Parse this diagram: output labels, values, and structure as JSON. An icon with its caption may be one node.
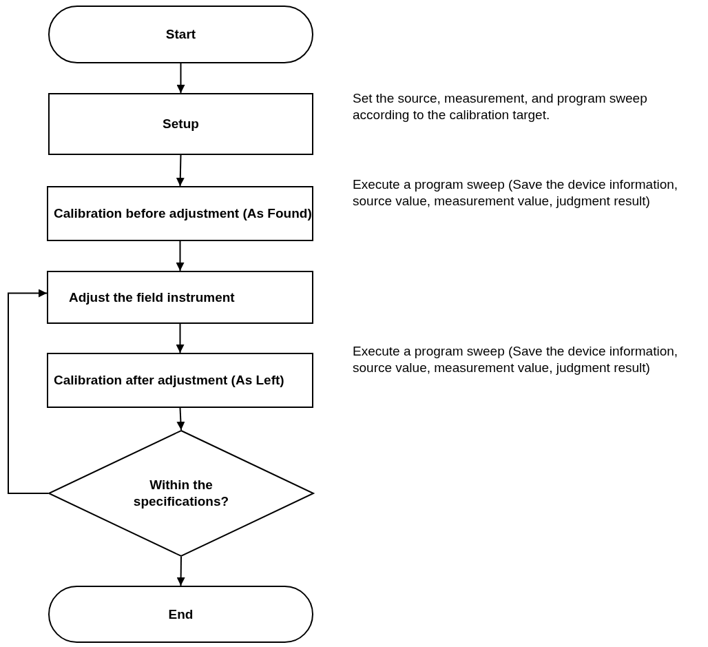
{
  "diagram": {
    "nodes": [
      {
        "text": [
          "Start"
        ]
      },
      {
        "text": [
          "Setup"
        ],
        "beside": [
          "Set the source, measurement, and program sweep according to the calibration target."
        ]
      },
      {
        "text": [
          "Calibration before adjustment (As Found)"
        ],
        "beside": [
          "Execute a program sweep (Save the device information, source value, measurement value, judgment result)"
        ]
      },
      {
        "text": [
          "Adjust the field instrument"
        ]
      },
      {
        "text": [
          "Calibration after adjustment (As Left)"
        ],
        "beside": [
          "Execute a program sweep (Save the device information, source value, measurement value, judgment result)"
        ]
      },
      {
        "text": [
          "Within the specifications?"
        ]
      },
      {
        "text": [
          "End"
        ]
      }
    ],
    "edges": [
      {
        "from": 0,
        "to": 1,
        "arrow": "to"
      },
      {
        "from": 1,
        "to": 2,
        "arrow": "to"
      },
      {
        "from": 2,
        "to": 3,
        "arrow": "to"
      },
      {
        "from": 3,
        "to": 4,
        "arrow": "to"
      },
      {
        "from": 4,
        "to": 5,
        "arrow": "to"
      },
      {
        "from": 5,
        "to": 6,
        "arrow": "to"
      },
      {
        "from": 5,
        "to": 3,
        "arrow": "to"
      }
    ]
  }
}
